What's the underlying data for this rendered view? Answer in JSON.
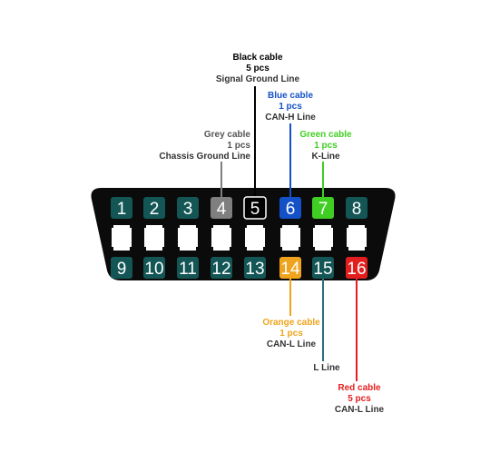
{
  "colors": {
    "connector_body": "#0b0b0b",
    "pin_default": "#145656",
    "slot": "#ffffff",
    "black": "#000000",
    "blue": "#1451c8",
    "green": "#3fcf22",
    "grey": "#7f7f7f",
    "orange": "#f0a41e",
    "red": "#e41e1e",
    "teal_line": "#2f6f7a",
    "text_dark": "#333333"
  },
  "pins_top": [
    {
      "num": "1",
      "color": "#145656"
    },
    {
      "num": "2",
      "color": "#145656"
    },
    {
      "num": "3",
      "color": "#145656"
    },
    {
      "num": "4",
      "color": "#7f7f7f"
    },
    {
      "num": "5",
      "color": "#000000",
      "outline": true
    },
    {
      "num": "6",
      "color": "#1451c8"
    },
    {
      "num": "7",
      "color": "#3fcf22"
    },
    {
      "num": "8",
      "color": "#145656"
    }
  ],
  "pins_bottom": [
    {
      "num": "9",
      "color": "#145656"
    },
    {
      "num": "10",
      "color": "#145656"
    },
    {
      "num": "11",
      "color": "#145656"
    },
    {
      "num": "12",
      "color": "#145656"
    },
    {
      "num": "13",
      "color": "#145656"
    },
    {
      "num": "14",
      "color": "#f0a41e"
    },
    {
      "num": "15",
      "color": "#145656"
    },
    {
      "num": "16",
      "color": "#e41e1e"
    }
  ],
  "labels": {
    "black": {
      "line1": "Black cable",
      "line2": "5 pcs",
      "line3": "Signal Ground Line"
    },
    "blue": {
      "line1": "Blue cable",
      "line2": "1 pcs",
      "line3": "CAN-H Line"
    },
    "grey": {
      "line1": "Grey cable",
      "line2": "1 pcs",
      "line3": "Chassis Ground Line"
    },
    "green": {
      "line1": "Green cable",
      "line2": "1 pcs",
      "line3": "K-Line"
    },
    "orange": {
      "line1": "Orange cable",
      "line2": "1 pcs",
      "line3": "CAN-L Line"
    },
    "teal": {
      "line1": "L Line"
    },
    "red": {
      "line1": "Red cable",
      "line2": "5 pcs",
      "line3": "CAN-L Line"
    }
  }
}
